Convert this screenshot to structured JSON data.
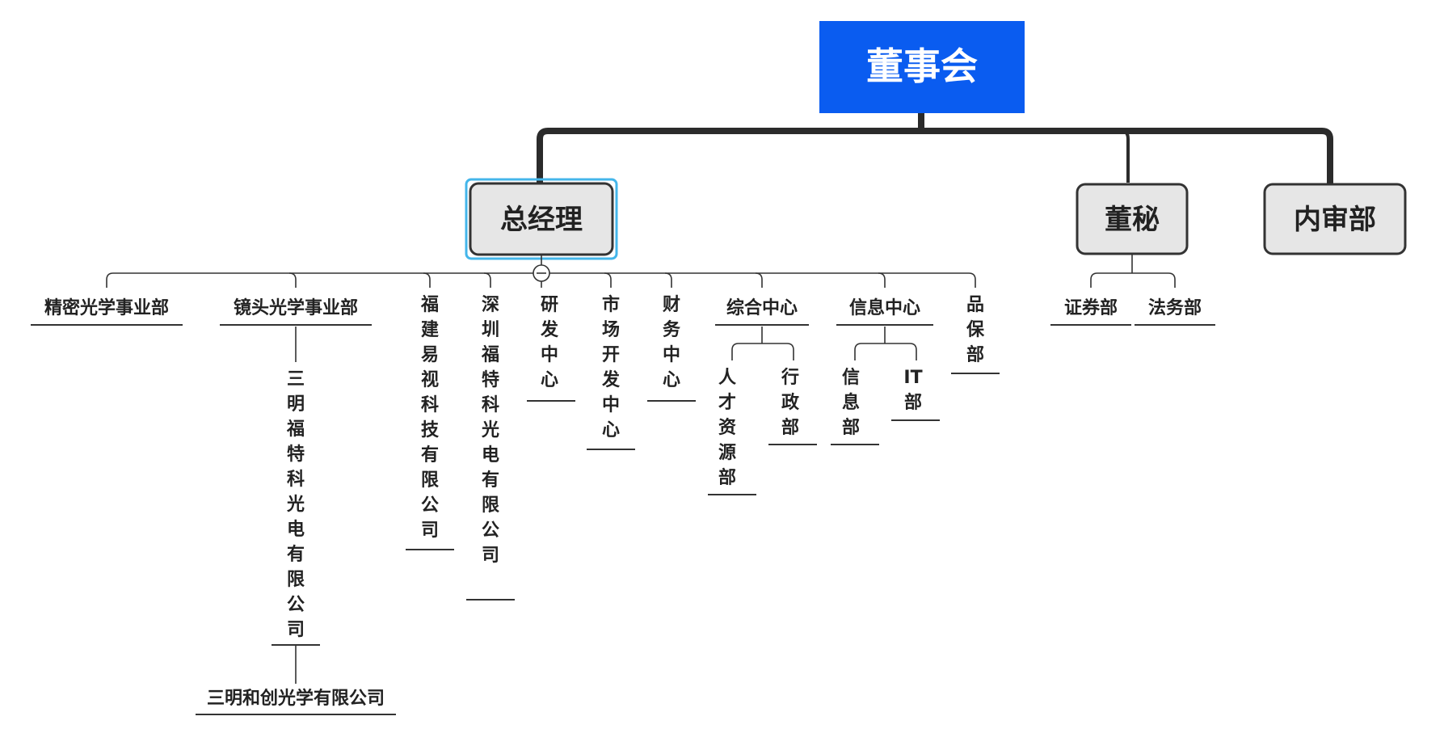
{
  "root": {
    "label": "董事会",
    "color": "#0a5cf0"
  },
  "level1": [
    {
      "id": "gm",
      "label": "总经理",
      "selected": true,
      "children": [
        {
          "label": "精密光学事业部",
          "orientation": "horizontal"
        },
        {
          "label": "镜头光学事业部",
          "orientation": "horizontal",
          "children": [
            {
              "label": "三明福特科光电有限公司",
              "orientation": "vertical",
              "children": [
                {
                  "label": "三明和创光学有限公司",
                  "orientation": "horizontal"
                }
              ]
            }
          ]
        },
        {
          "label": "福建易视科技有限公司",
          "orientation": "vertical"
        },
        {
          "label": "深圳福特科光电有限公司",
          "orientation": "vertical"
        },
        {
          "label": "研发中心",
          "orientation": "vertical"
        },
        {
          "label": "市场开发中心",
          "orientation": "vertical"
        },
        {
          "label": "财务中心",
          "orientation": "vertical"
        },
        {
          "label": "综合中心",
          "orientation": "horizontal",
          "children": [
            {
              "label": "人才资源部",
              "orientation": "vertical"
            },
            {
              "label": "行政部",
              "orientation": "vertical"
            }
          ]
        },
        {
          "label": "信息中心",
          "orientation": "horizontal",
          "children": [
            {
              "label": "信息部",
              "orientation": "vertical"
            },
            {
              "label": "IT部",
              "orientation": "vertical"
            }
          ]
        },
        {
          "label": "品保部",
          "orientation": "vertical"
        }
      ]
    },
    {
      "id": "secretary",
      "label": "董秘",
      "children": [
        {
          "label": "证券部",
          "orientation": "horizontal"
        },
        {
          "label": "法务部",
          "orientation": "horizontal"
        }
      ]
    },
    {
      "id": "audit",
      "label": "内审部",
      "children": []
    }
  ],
  "collapse_icon": "minus-circle-icon"
}
